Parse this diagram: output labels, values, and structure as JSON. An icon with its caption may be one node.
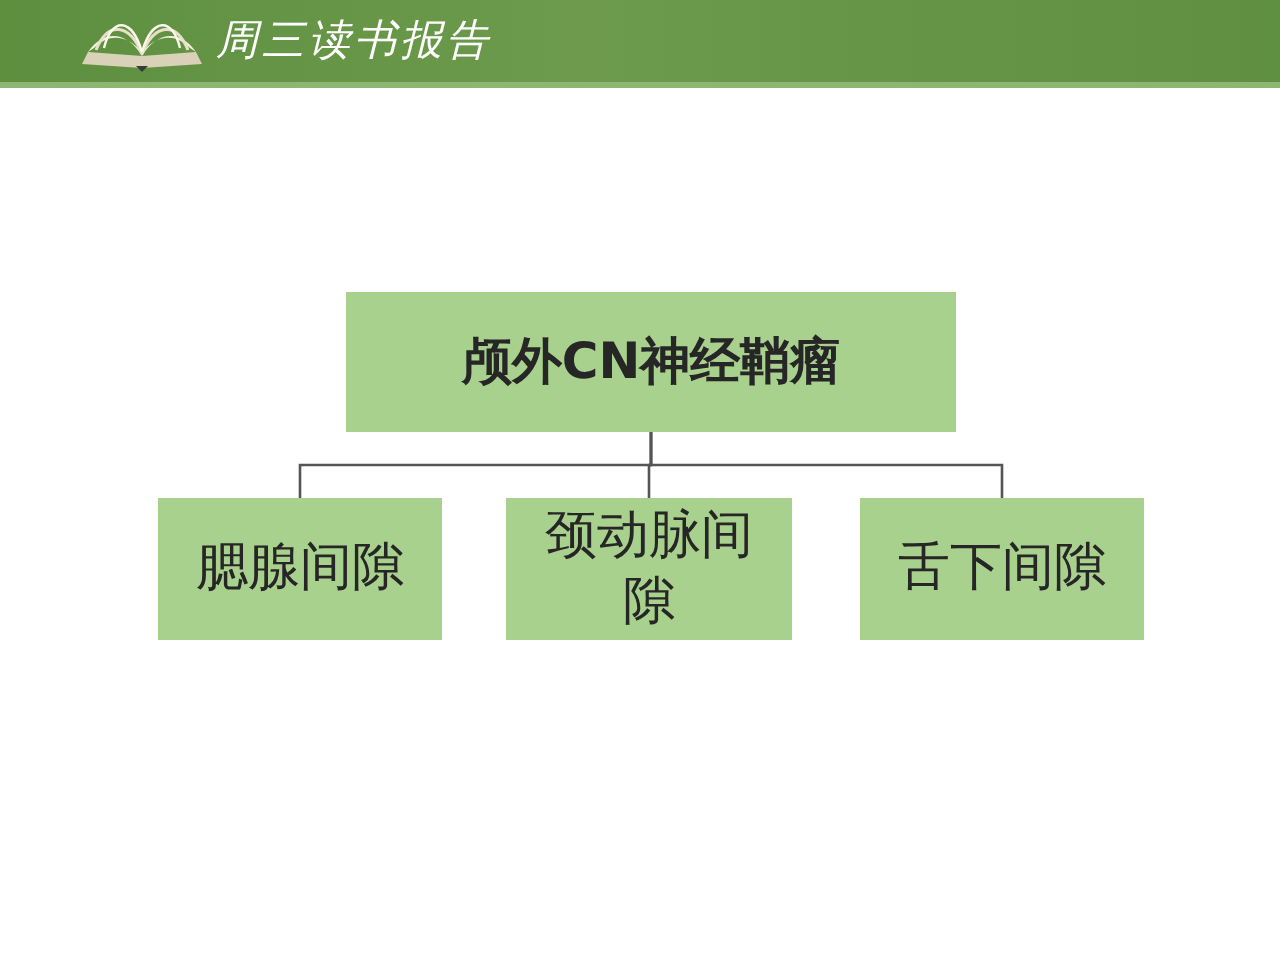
{
  "diagram": {
    "title": "周三读书报告",
    "nodes": [
      {
        "text": [
          "颅外CN神经鞘瘤"
        ]
      },
      {
        "text": [
          "腮腺间隙"
        ]
      },
      {
        "text": [
          "颈动脉间隙"
        ]
      },
      {
        "text": [
          "舌下间隙"
        ]
      }
    ],
    "edges": [
      {
        "from": 0,
        "to": 1,
        "arrow": "none"
      },
      {
        "from": 0,
        "to": 2,
        "arrow": "none"
      },
      {
        "from": 0,
        "to": 3,
        "arrow": "none"
      }
    ]
  }
}
